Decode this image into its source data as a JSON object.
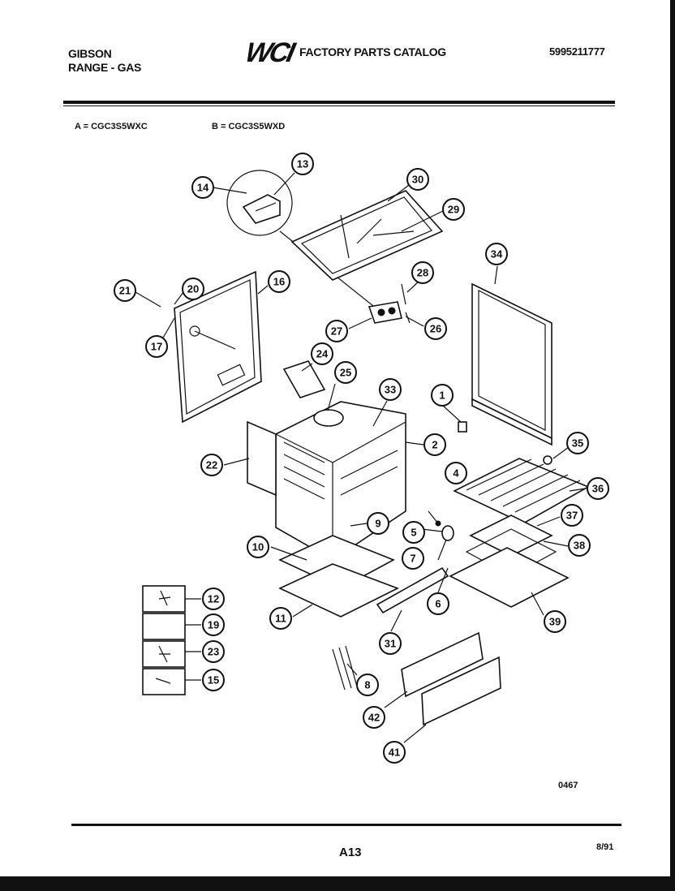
{
  "header": {
    "brand": "GIBSON",
    "product": "RANGE - GAS",
    "logo": "WCI",
    "catalog_title": "FACTORY PARTS CATALOG",
    "part_number": "5995211777"
  },
  "models": {
    "a": "A = CGC3S5WXC",
    "b": "B = CGC3S5WXD"
  },
  "callouts": [
    "1",
    "2",
    "4",
    "5",
    "6",
    "7",
    "8",
    "9",
    "10",
    "11",
    "12",
    "13",
    "14",
    "15",
    "16",
    "17",
    "19",
    "20",
    "21",
    "22",
    "23",
    "24",
    "25",
    "26",
    "27",
    "28",
    "29",
    "30",
    "31",
    "33",
    "34",
    "35",
    "36",
    "37",
    "38",
    "39",
    "41",
    "42"
  ],
  "footer": {
    "figure_code": "0467",
    "page_id": "A13",
    "revision_date": "8/91"
  }
}
